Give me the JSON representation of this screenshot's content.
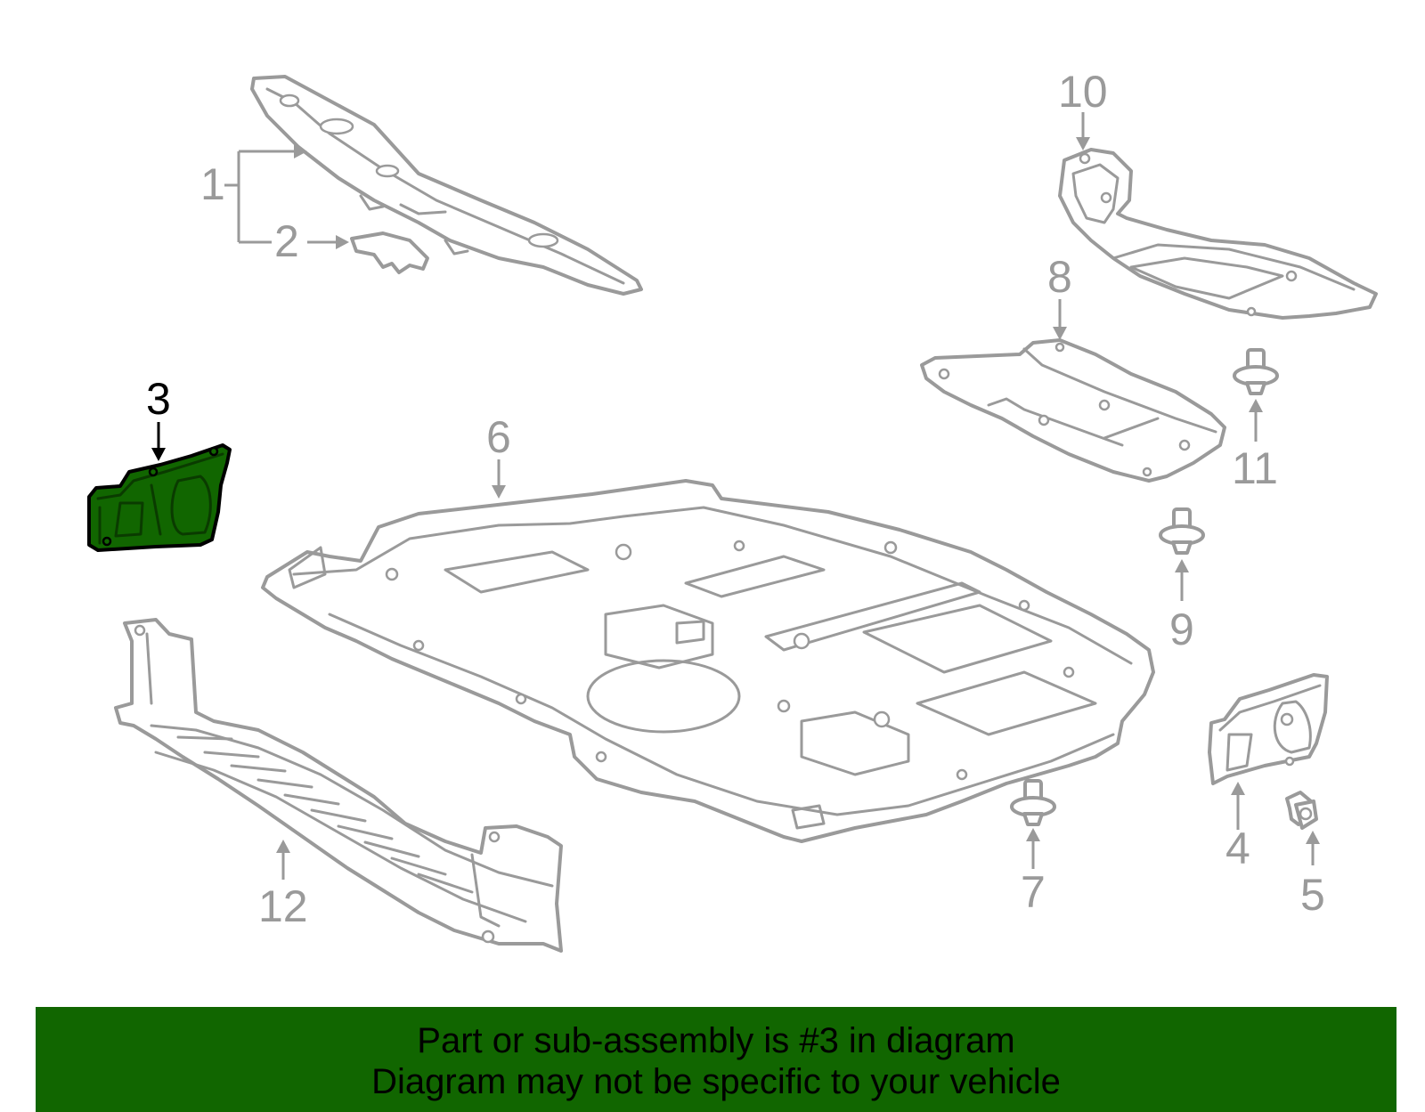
{
  "diagram": {
    "selected_part": "3",
    "part_color": "#116600",
    "line_color": "#9a9a9a",
    "callouts": [
      "1",
      "2",
      "3",
      "4",
      "5",
      "6",
      "7",
      "8",
      "9",
      "10",
      "11",
      "12"
    ]
  },
  "footer": {
    "background_color": "#116600",
    "line1": "Part or sub-assembly is #3 in diagram",
    "line2": "Diagram may not be specific to your vehicle"
  }
}
